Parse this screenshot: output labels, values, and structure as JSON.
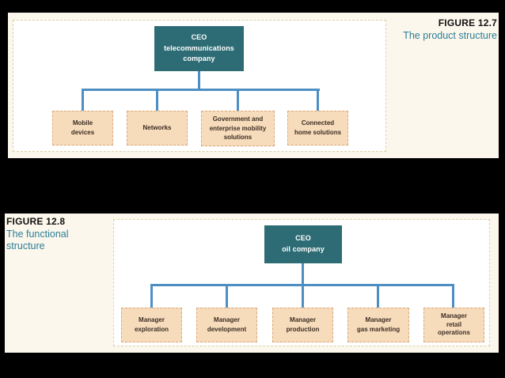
{
  "colors": {
    "page_background": "#000000",
    "panel_background": "#fbf7ec",
    "diagram_background": "#ffffff",
    "outer_dashed_border": "#ddd0a6",
    "root_box_fill": "#2d6c75",
    "root_box_text": "#ffffff",
    "leaf_box_fill": "#f7dcbb",
    "leaf_box_border": "#d8a87c",
    "leaf_box_text": "#3b2c23",
    "connector_line": "#4e8fc3",
    "figure_number_text": "#121212",
    "figure_caption_text": "#2d7e96"
  },
  "figure1": {
    "number": "FIGURE 12.7",
    "caption": "The product structure",
    "root": {
      "label": "CEO\ntelecommunications\ncompany"
    },
    "children": [
      {
        "label": "Mobile\ndevices"
      },
      {
        "label": "Networks"
      },
      {
        "label": "Government and\nenterprise mobility\nsolutions"
      },
      {
        "label": "Connected\nhome solutions"
      }
    ]
  },
  "figure2": {
    "number": "FIGURE 12.8",
    "caption": "The functional\nstructure",
    "root": {
      "label": "CEO\noil company"
    },
    "children": [
      {
        "label": "Manager\nexploration"
      },
      {
        "label": "Manager\ndevelopment"
      },
      {
        "label": "Manager\nproduction"
      },
      {
        "label": "Manager\ngas marketing"
      },
      {
        "label": "Manager\nretail\noperations"
      }
    ]
  }
}
